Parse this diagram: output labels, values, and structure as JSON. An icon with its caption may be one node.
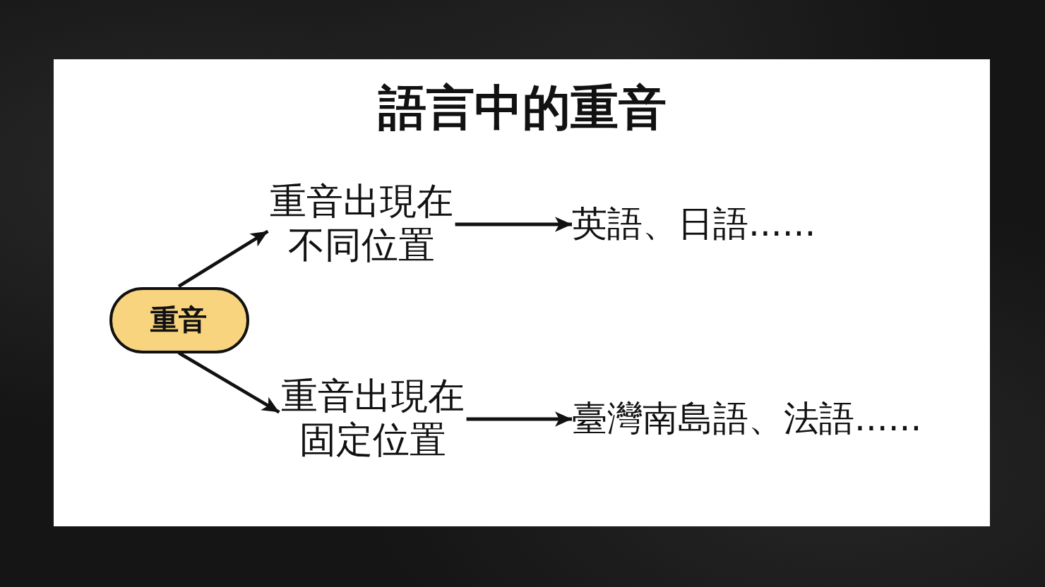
{
  "diagram": {
    "title": "語言中的重音",
    "nodes": [
      {
        "text": [
          "重音"
        ]
      },
      {
        "text": [
          "重音出現在不同位置"
        ]
      },
      {
        "text": [
          "英語、日語......"
        ]
      },
      {
        "text": [
          "重音出現在固定位置"
        ]
      },
      {
        "text": [
          "臺灣南島語、法語......"
        ]
      }
    ],
    "edges": [
      {
        "from": 0,
        "to": 1,
        "arrow": "to"
      },
      {
        "from": 1,
        "to": 2,
        "arrow": "to"
      },
      {
        "from": 0,
        "to": 3,
        "arrow": "to"
      },
      {
        "from": 3,
        "to": 4,
        "arrow": "to"
      }
    ]
  }
}
